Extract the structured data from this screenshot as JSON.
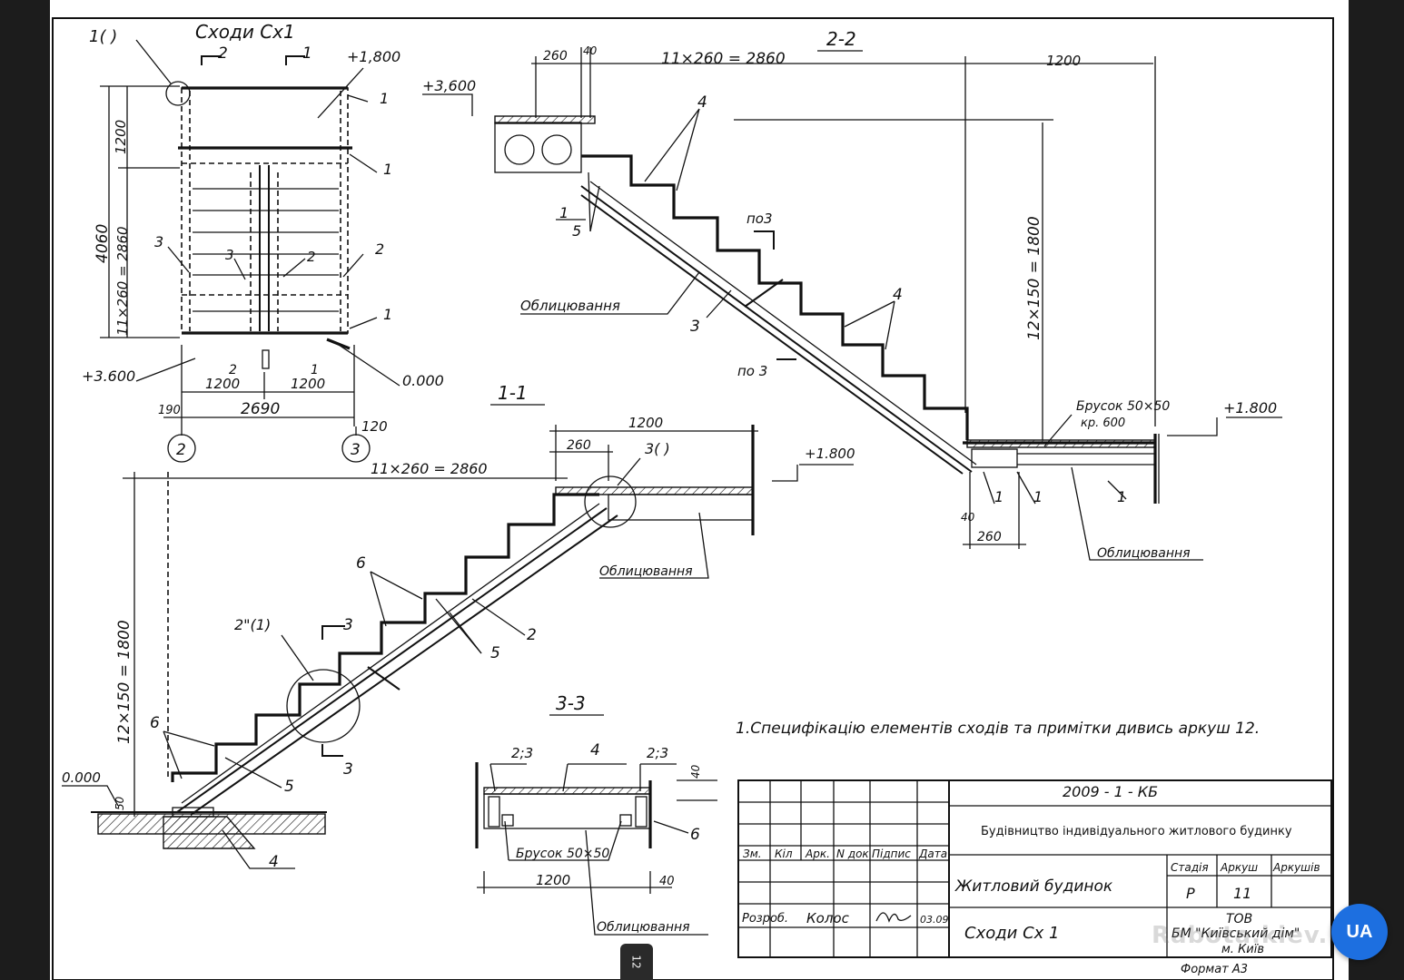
{
  "drawing": {
    "stair_title": "Сходи Сх1",
    "section_2_2": "2-2",
    "section_1_1": "1-1",
    "section_3_3": "3-3",
    "plan": {
      "node_callout": "1(  )",
      "dim_left_top": "1200",
      "dim_left_total": "4060",
      "dim_left_steps": "11×260 = 2860",
      "mark_top": "+1,800",
      "mark_bottom_left": "+3.600",
      "mark_bottom_right": "0.000",
      "dim_bottom_a": "1200",
      "dim_bottom_b": "1200",
      "dim_total": "2690",
      "dim_190": "190",
      "dim_120": "120",
      "axis_left": "2",
      "axis_right": "3",
      "cut_2": "2",
      "cut_1": "1",
      "labels": [
        "1",
        "1",
        "1",
        "3",
        "3",
        "2",
        "2"
      ]
    },
    "sec22": {
      "dim_260": "260",
      "dim_40": "40",
      "dim_steps": "11×260 = 2860",
      "dim_1200": "1200",
      "mark_top": "+3,600",
      "mark_right": "+1.800",
      "dim_vertical": "12×150 = 1800",
      "cladding": "Облицювання",
      "cladding_2": "Облицювання",
      "bar": "Брусок 50×50",
      "bar_step": "кр. 600",
      "po3_top": "по3",
      "po3_bottom": "по 3",
      "dim_260_bottom": "260",
      "dim_40_bottom": "40",
      "labels": [
        "4",
        "4",
        "1",
        "5",
        "3",
        "1",
        "1",
        "1"
      ]
    },
    "sec11": {
      "dim_1200": "1200",
      "dim_260": "260",
      "dim_steps": "11×260 = 2860",
      "callout_3": "3(  )",
      "callout_2": "2\"(1)",
      "mark_right": "+1.800",
      "mark_left": "0.000",
      "dim_vertical": "12×150 = 1800",
      "dim_50": "50",
      "cladding": "Облицювання",
      "cut_top": "3",
      "cut_bottom": "3",
      "labels": [
        "6",
        "6",
        "2",
        "5",
        "5",
        "4"
      ]
    },
    "sec33": {
      "top_left": "2;3",
      "top_mid": "4",
      "top_right": "2;3",
      "dim_40_top": "40",
      "dim_1200": "1200",
      "dim_40": "40",
      "bar": "Брусок 50×50",
      "cladding": "Облицювання",
      "label_6": "6"
    },
    "note": "1.Специфікацію елементів сходів та примітки дивись аркуш 12.",
    "titleblock": {
      "code": "2009 - 1 - КБ",
      "project": "Будівництво індивідуального житлового будинку",
      "headers": [
        "Зм.",
        "Кіл",
        "Арк.",
        "N док",
        "Підпис",
        "Дата"
      ],
      "object": "Житловий будинок",
      "sheet_name": "Сходи Сх 1",
      "developed": "Розроб.",
      "developer": "Колос",
      "date": "03.09",
      "stage_h": "Стадія",
      "sheet_h": "Аркуш",
      "sheets_h": "Аркушів",
      "stage": "Р",
      "sheet": "11",
      "org_1": "ТОВ",
      "org_2": "БМ \"Київський дім\"",
      "org_3": "м. Київ",
      "format": "Формат А3"
    }
  },
  "viewer": {
    "page_number": "12",
    "watermark": "Rabota.kiev.UA",
    "fab_text": "UA"
  }
}
